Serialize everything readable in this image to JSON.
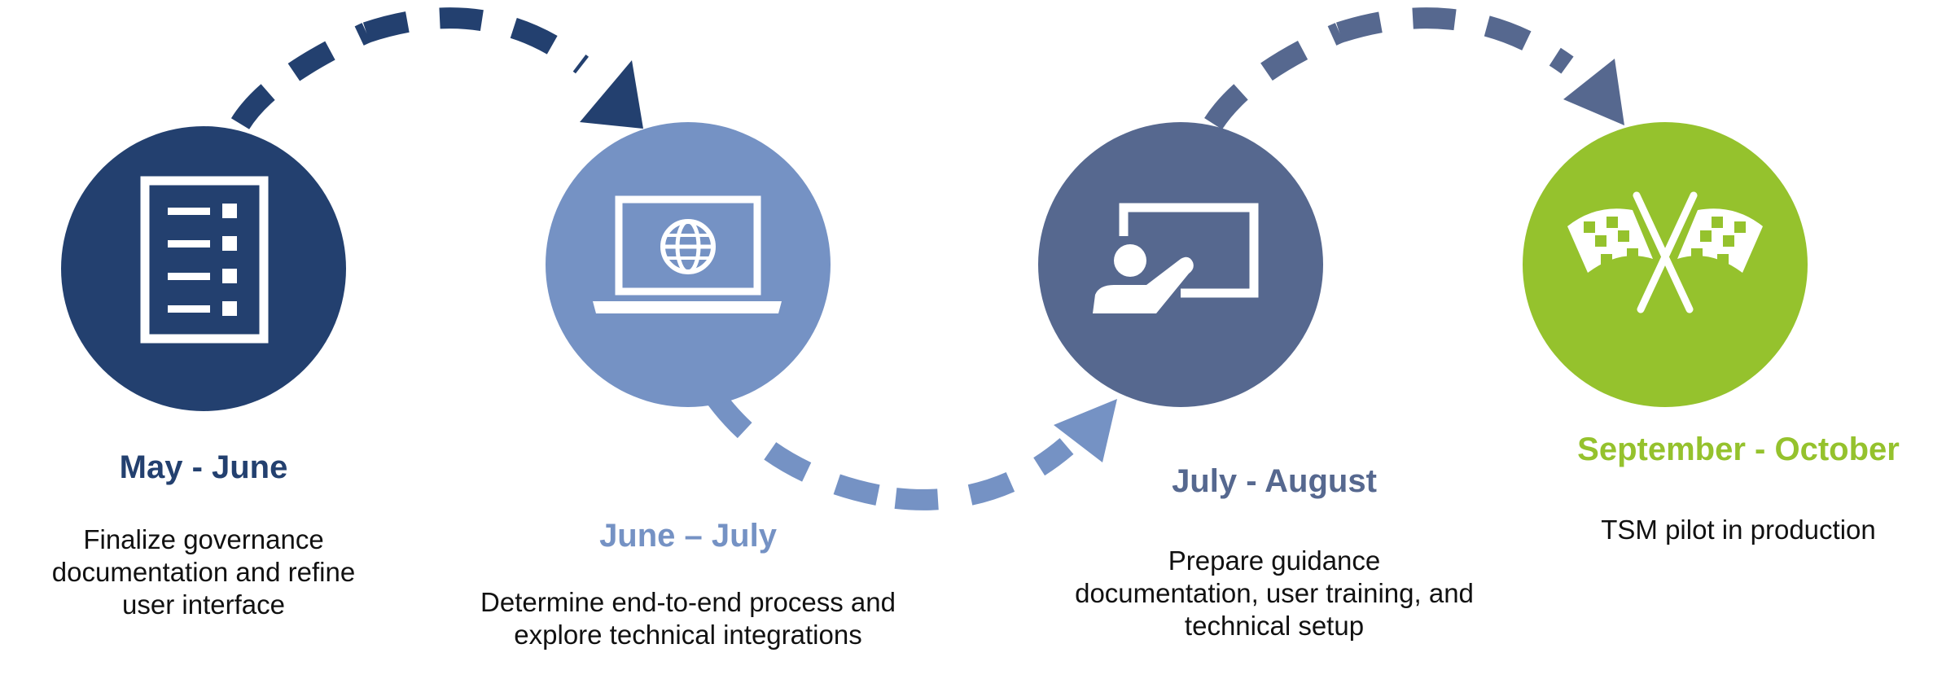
{
  "colors": {
    "navy": "#23406f",
    "light_blue": "#7592c4",
    "slate": "#56688f",
    "green": "#95c22d",
    "text": "#111111",
    "background": "#ffffff"
  },
  "phases": [
    {
      "title": "May - June",
      "description": "Finalize governance documentation and refine user interface",
      "icon": "checklist-icon",
      "color": "#23406f"
    },
    {
      "title": "June – July",
      "description": "Determine end-to-end process and explore technical integrations",
      "icon": "laptop-globe-icon",
      "color": "#7592c4"
    },
    {
      "title": "July - August",
      "description": "Prepare guidance documentation, user training, and technical setup",
      "icon": "presentation-trainer-icon",
      "color": "#56688f"
    },
    {
      "title": "September - October",
      "description": "TSM pilot in production",
      "icon": "crossed-checkered-flags-icon",
      "color": "#95c22d"
    }
  ],
  "connectors": [
    {
      "from": 0,
      "to": 1,
      "direction": "over",
      "color": "#23406f"
    },
    {
      "from": 1,
      "to": 2,
      "direction": "under",
      "color": "#7592c4"
    },
    {
      "from": 2,
      "to": 3,
      "direction": "over",
      "color": "#56688f"
    }
  ]
}
